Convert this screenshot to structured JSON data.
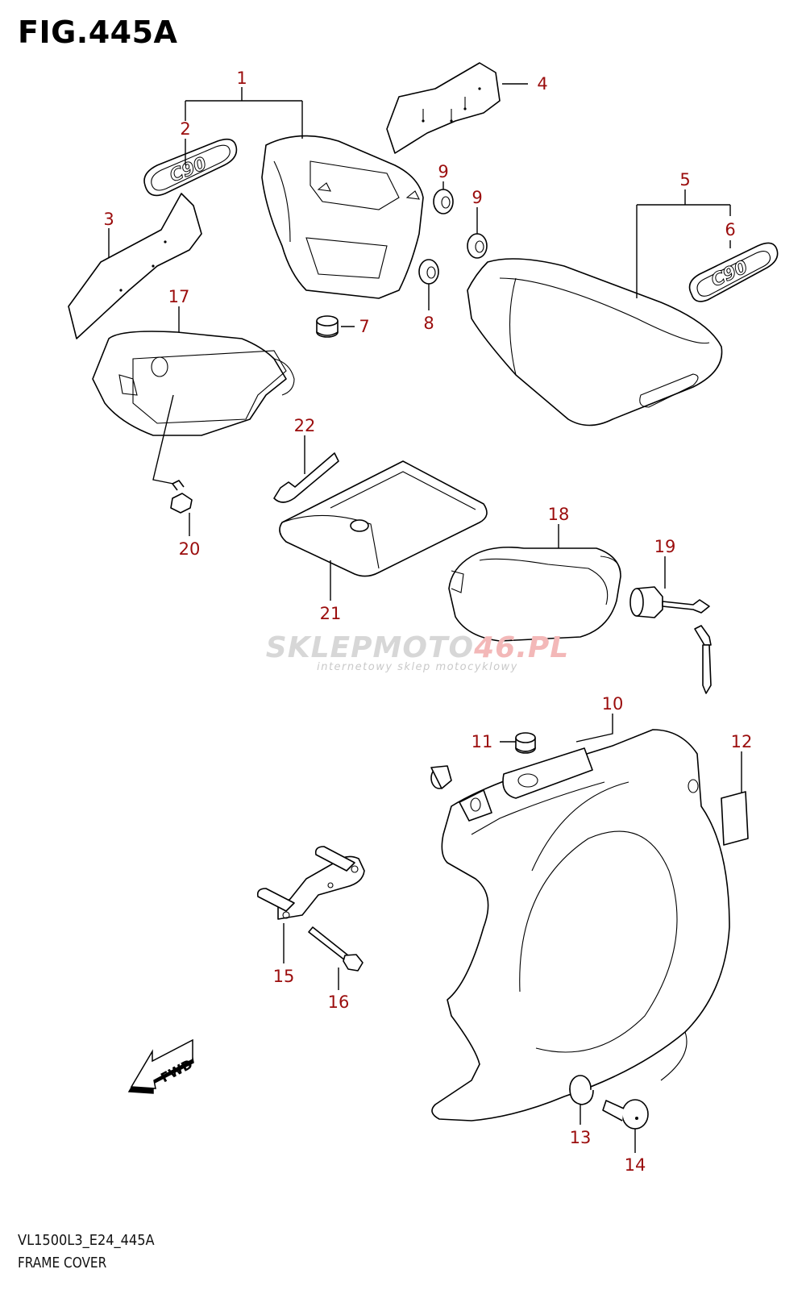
{
  "figure": {
    "title": "FIG.445A",
    "code": "VL1500L3_E24_445A",
    "caption": "FRAME COVER"
  },
  "watermark": {
    "brand_left": "SKLEPMOTO",
    "brand_right": "46.PL",
    "tagline": "internetowy sklep motocyklowy"
  },
  "badges": {
    "emblem": "C90",
    "direction": "FWD"
  },
  "callouts": [
    "1",
    "2",
    "3",
    "4",
    "5",
    "6",
    "7",
    "8",
    "9",
    "9",
    "10",
    "11",
    "12",
    "13",
    "14",
    "15",
    "16",
    "17",
    "18",
    "19",
    "20",
    "21",
    "22"
  ],
  "colors": {
    "callout": "#9b0d0d",
    "line": "#000000"
  }
}
